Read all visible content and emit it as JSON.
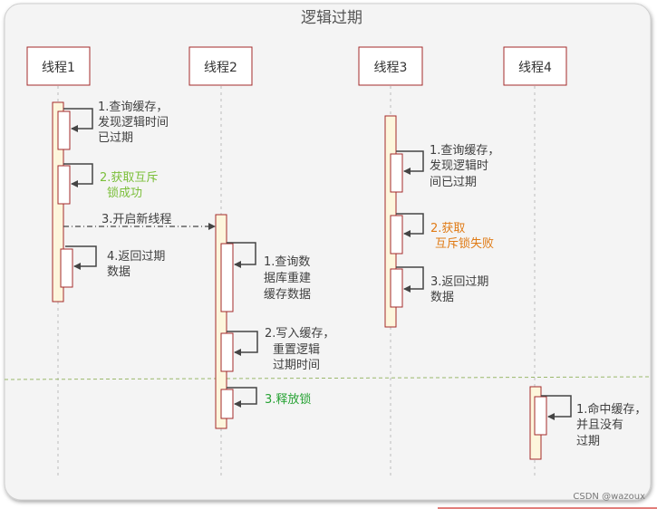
{
  "title": "逻辑过期",
  "colors": {
    "participant_border": "#a32a2a",
    "activation_fill": "#fdf6dc",
    "activation_border": "#a32a2a",
    "arrow": "#444444",
    "lifeline": "#bbbbbb",
    "note_default": "#404040",
    "note_green": "#7bbf3a",
    "note_orange": "#e07b16",
    "note_dark_green": "#27a234",
    "separator": "#9ab86b"
  },
  "participants": [
    {
      "label": "线程1"
    },
    {
      "label": "线程2"
    },
    {
      "label": "线程3"
    },
    {
      "label": "线程4"
    }
  ],
  "message": {
    "label": "3.开启新线程",
    "from": 0,
    "to": 1
  },
  "notes": [
    {
      "lines": [
        "1.查询缓存，",
        "发现逻辑时间",
        "已过期"
      ],
      "color": "default"
    },
    {
      "lines": [
        "2.获取互斥",
        "锁成功"
      ],
      "color": "green"
    },
    {
      "lines": [
        "4.返回过期",
        "数据"
      ],
      "color": "default"
    },
    {
      "lines": [
        "1.查询数",
        "据库重建",
        "缓存数据"
      ],
      "color": "default"
    },
    {
      "lines": [
        "2.写入缓存，",
        "重置逻辑",
        "过期时间"
      ],
      "color": "default"
    },
    {
      "lines": [
        "3.释放锁"
      ],
      "color": "dark_green"
    },
    {
      "lines": [
        "1.查询缓存，",
        "发现逻辑时",
        "间已过期"
      ],
      "color": "default"
    },
    {
      "lines": [
        "2.获取",
        "互斥锁失败"
      ],
      "color": "orange"
    },
    {
      "lines": [
        "3.返回过期",
        "数据"
      ],
      "color": "default"
    },
    {
      "lines": [
        "1.命中缓存，",
        "并且没有",
        "过期"
      ],
      "color": "default"
    }
  ],
  "watermark": "CSDN @wazoux"
}
